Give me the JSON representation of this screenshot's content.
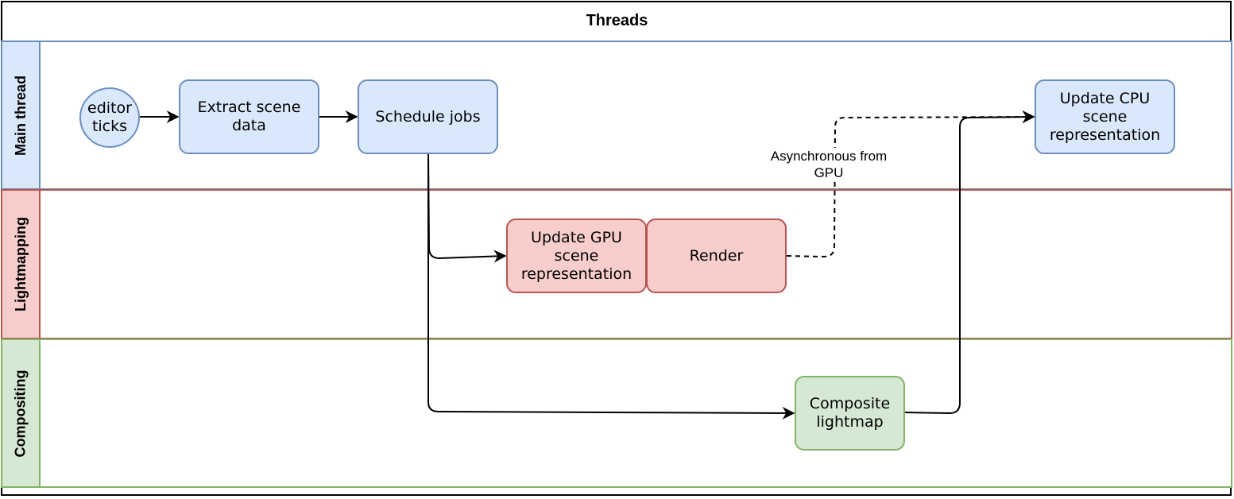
{
  "title": "Threads",
  "lanes": {
    "main": "Main thread",
    "lightmapping": "Lightmapping",
    "compositing": "Compositing"
  },
  "nodes": {
    "editor_ticks": "editor ticks",
    "extract_scene_data": "Extract scene data",
    "schedule_jobs": "Schedule jobs",
    "update_cpu": "Update CPU scene representation",
    "update_gpu": "Update GPU scene representation",
    "render": "Render",
    "composite_lightmap": "Composite lightmap"
  },
  "edge_labels": {
    "async": "Asynchronous from GPU"
  },
  "colors": {
    "main_fill": "#dae8fc",
    "main_stroke": "#6c8ebf",
    "light_fill": "#f8cecc",
    "light_stroke": "#b85450",
    "comp_fill": "#d5e8d4",
    "comp_stroke": "#82b366"
  }
}
